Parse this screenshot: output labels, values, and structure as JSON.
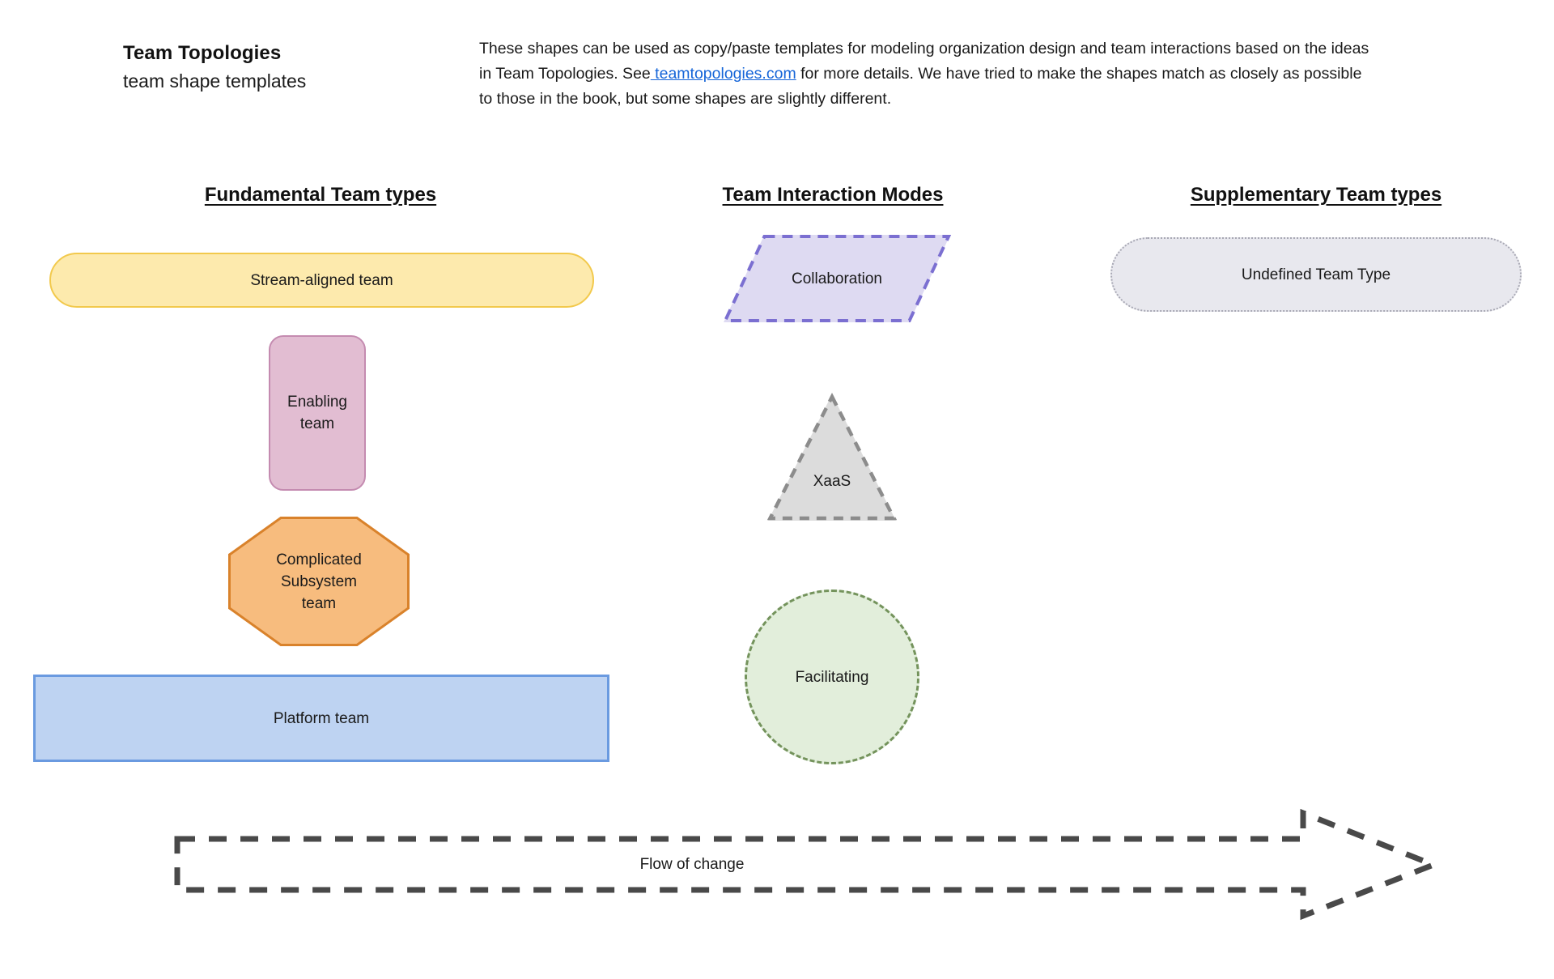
{
  "header": {
    "title": "Team Topologies",
    "subtitle": "team shape templates",
    "description_part1": "These shapes can be used as copy/paste templates for modeling organization design and team interactions based on the ideas in Team Topologies. See",
    "link_text": " teamtopologies.com",
    "description_part2": " for more details. We have tried to make the shapes match as closely as possible to those in the book, but some shapes are slightly different.",
    "link_color": "#1565d8"
  },
  "columns": {
    "fundamental": {
      "heading": "Fundamental Team types",
      "shapes": [
        {
          "name": "stream-aligned-team",
          "label": "Stream-aligned team",
          "shape": "rounded-rectangle",
          "fill": "#fdeaad",
          "stroke": "#f2c94c",
          "stroke_style": "solid"
        },
        {
          "name": "enabling-team",
          "label": "Enabling\nteam",
          "shape": "rounded-rectangle-tall",
          "fill": "#e2bdd2",
          "stroke": "#c48bb0",
          "stroke_style": "solid"
        },
        {
          "name": "complicated-subsystem-team",
          "label": "Complicated\nSubsystem\nteam",
          "shape": "octagon",
          "fill": "#f7bc7e",
          "stroke": "#d9822b",
          "stroke_style": "solid"
        },
        {
          "name": "platform-team",
          "label": "Platform team",
          "shape": "rectangle",
          "fill": "#bed3f2",
          "stroke": "#6a9ae0",
          "stroke_style": "solid"
        }
      ]
    },
    "interaction": {
      "heading": "Team Interaction Modes",
      "shapes": [
        {
          "name": "collaboration",
          "label": "Collaboration",
          "shape": "parallelogram",
          "fill": "#dedaf2",
          "stroke": "#7b6fd1",
          "stroke_style": "dashed"
        },
        {
          "name": "xaas",
          "label": "XaaS",
          "shape": "triangle",
          "fill": "#dcdcdc",
          "stroke": "#8c8c8c",
          "stroke_style": "dashed"
        },
        {
          "name": "facilitating",
          "label": "Facilitating",
          "shape": "circle",
          "fill": "#e2eedb",
          "stroke": "#74935c",
          "stroke_style": "dashed"
        }
      ]
    },
    "supplementary": {
      "heading": "Supplementary Team types",
      "shapes": [
        {
          "name": "undefined-team-type",
          "label": "Undefined Team Type",
          "shape": "stadium",
          "fill": "#e8e8ee",
          "stroke": "#a8a8b4",
          "stroke_style": "dotted"
        }
      ]
    }
  },
  "flow": {
    "label": "Flow of change",
    "shape": "block-arrow",
    "stroke": "#494949",
    "stroke_style": "dashed",
    "fill": "none"
  }
}
